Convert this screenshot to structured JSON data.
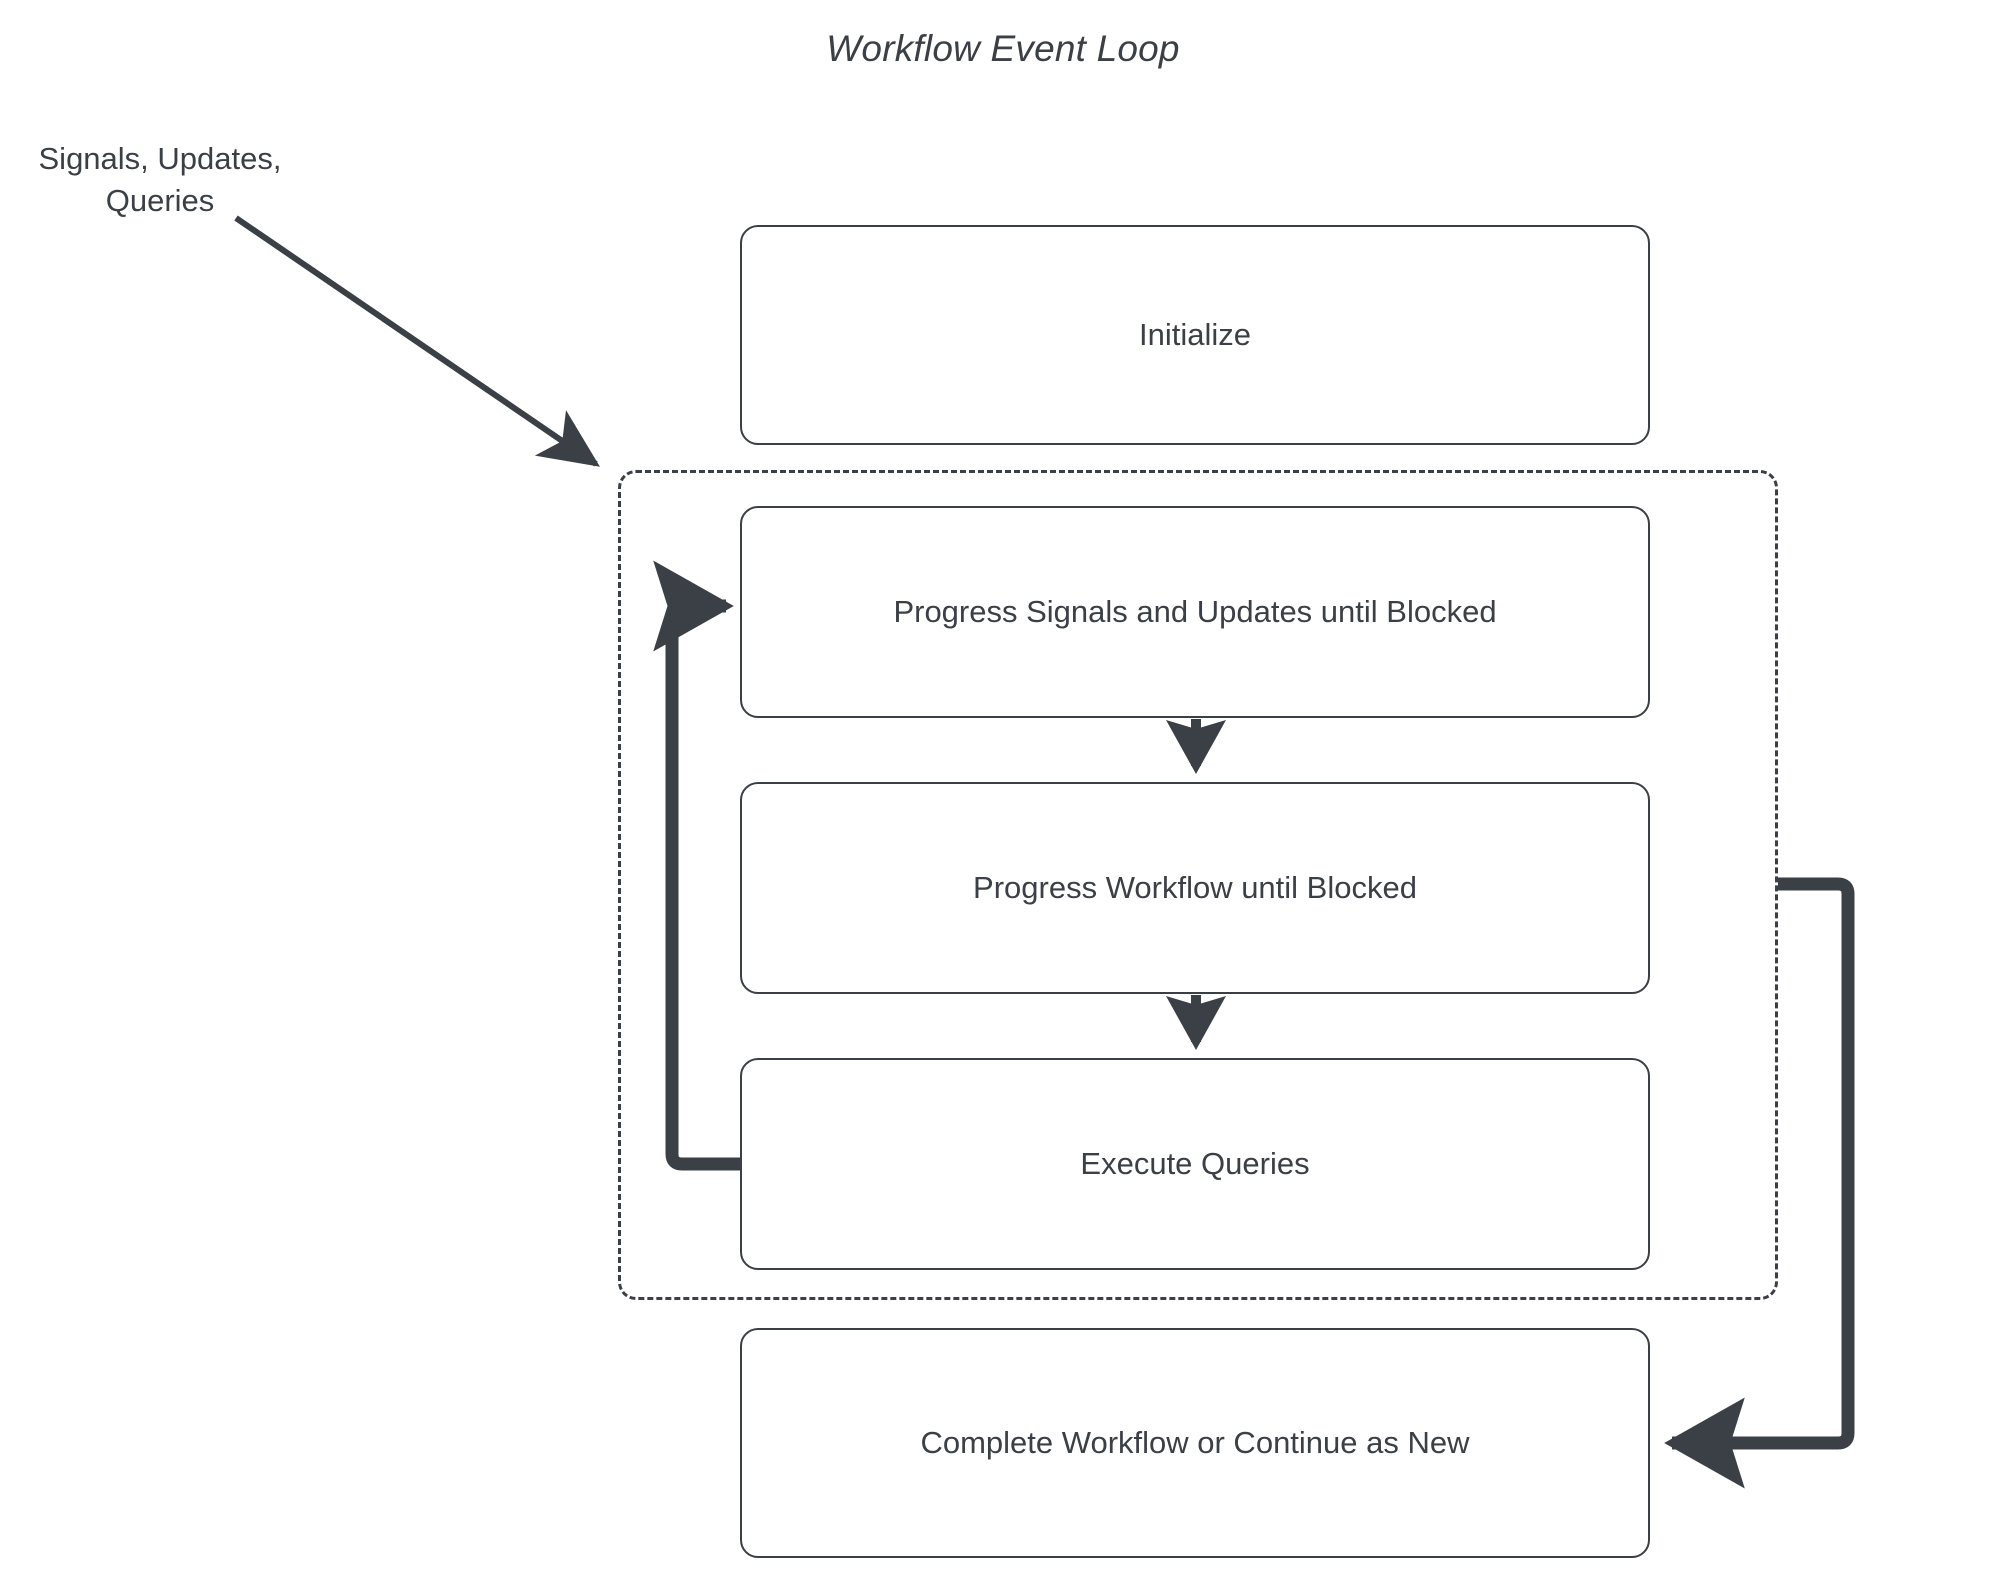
{
  "diagram": {
    "title": "Workflow Event Loop",
    "type": "flowchart",
    "background_color": "#ffffff",
    "stroke_color": "#3b3f46",
    "node_fill": "#ffffff",
    "external_label": "Signals, Updates,\nQueries",
    "external_label_lines": [
      "Signals, Updates,",
      "Queries"
    ],
    "loop_container": {
      "name": "event-loop-region",
      "border_style": "dashed",
      "label": ""
    },
    "nodes": [
      {
        "id": "initialize",
        "label": "Initialize"
      },
      {
        "id": "progress-su",
        "label": "Progress Signals and Updates until Blocked"
      },
      {
        "id": "progress-wf",
        "label": "Progress Workflow until Blocked"
      },
      {
        "id": "exec-queries",
        "label": "Execute Queries"
      },
      {
        "id": "complete",
        "label": "Complete Workflow or Continue as New"
      }
    ],
    "edges": [
      {
        "id": "signals-into-loop",
        "from": "Signals, Updates, Queries",
        "to": "event-loop-region",
        "style": "solid-diagonal",
        "arrow": "end"
      },
      {
        "id": "su-to-wf",
        "from": "Progress Signals and Updates until Blocked",
        "to": "Progress Workflow until Blocked",
        "style": "solid-vertical",
        "arrow": "end"
      },
      {
        "id": "wf-to-queries",
        "from": "Progress Workflow until Blocked",
        "to": "Execute Queries",
        "style": "solid-vertical",
        "arrow": "end"
      },
      {
        "id": "queries-back-to-su",
        "from": "Execute Queries",
        "to": "Progress Signals and Updates until Blocked",
        "style": "orthogonal-left-loop",
        "arrow": "end"
      },
      {
        "id": "loop-to-complete",
        "from": "event-loop-region",
        "to": "Complete Workflow or Continue as New",
        "style": "orthogonal-right-loop",
        "arrow": "end"
      }
    ]
  }
}
